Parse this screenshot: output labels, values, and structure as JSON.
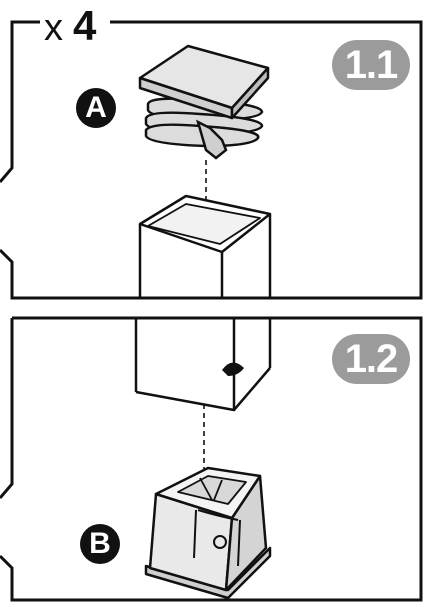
{
  "quantity": {
    "multiplier": "x",
    "count": "4"
  },
  "steps": [
    {
      "label": "1.1",
      "part": "A"
    },
    {
      "label": "1.2",
      "part": "B"
    }
  ],
  "colors": {
    "line": "#111111",
    "badge_gray": "#9b9b9b",
    "part_fill": "#e9e9e9",
    "part_shade": "#d4d4d4"
  }
}
